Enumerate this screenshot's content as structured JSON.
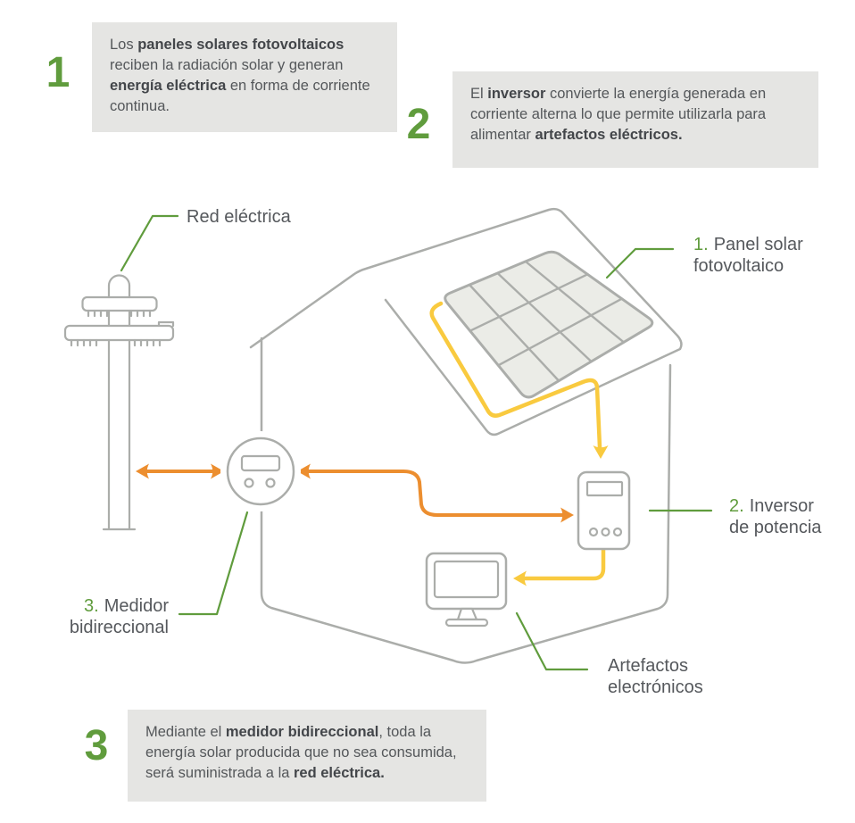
{
  "colors": {
    "green": "#609c3d",
    "orange": "#ec8e2f",
    "yellow": "#f9ca3f",
    "gray": "#abadaa",
    "panel_fill": "#ebece7",
    "box_bg": "#e5e5e3",
    "text": "#54575a",
    "bold_text": "#43464a",
    "label_text": "#55585c"
  },
  "steps": [
    {
      "number": "1",
      "segments": [
        {
          "t": "Los "
        },
        {
          "t": "paneles solares fotovoltaicos",
          "b": true
        },
        {
          "t": " reciben la radiación solar y generan "
        },
        {
          "t": "energía eléctrica",
          "b": true
        },
        {
          "t": " en forma de corriente continua."
        }
      ]
    },
    {
      "number": "2",
      "segments": [
        {
          "t": "El "
        },
        {
          "t": "inversor",
          "b": true
        },
        {
          "t": " convierte la energía generada en corriente alterna lo que permite utilizarla para alimentar "
        },
        {
          "t": "artefactos eléctricos.",
          "b": true
        }
      ]
    },
    {
      "number": "3",
      "segments": [
        {
          "t": "Mediante el "
        },
        {
          "t": "medidor bidireccional",
          "b": true
        },
        {
          "t": ", toda la energía solar producida que no sea consumida, será suministrada a la "
        },
        {
          "t": "red eléctrica.",
          "b": true
        }
      ]
    }
  ],
  "labels": {
    "grid": {
      "text": "Red eléctrica"
    },
    "panel": {
      "num": "1.",
      "line1": "Panel solar",
      "line2": "fotovoltaico"
    },
    "inverter": {
      "num": "2.",
      "line1": "Inversor",
      "line2": "de potencia"
    },
    "meter": {
      "num": "3.",
      "line1": "Medidor",
      "line2": "bidireccional"
    },
    "devices": {
      "line1": "Artefactos",
      "line2": "electrónicos"
    }
  }
}
